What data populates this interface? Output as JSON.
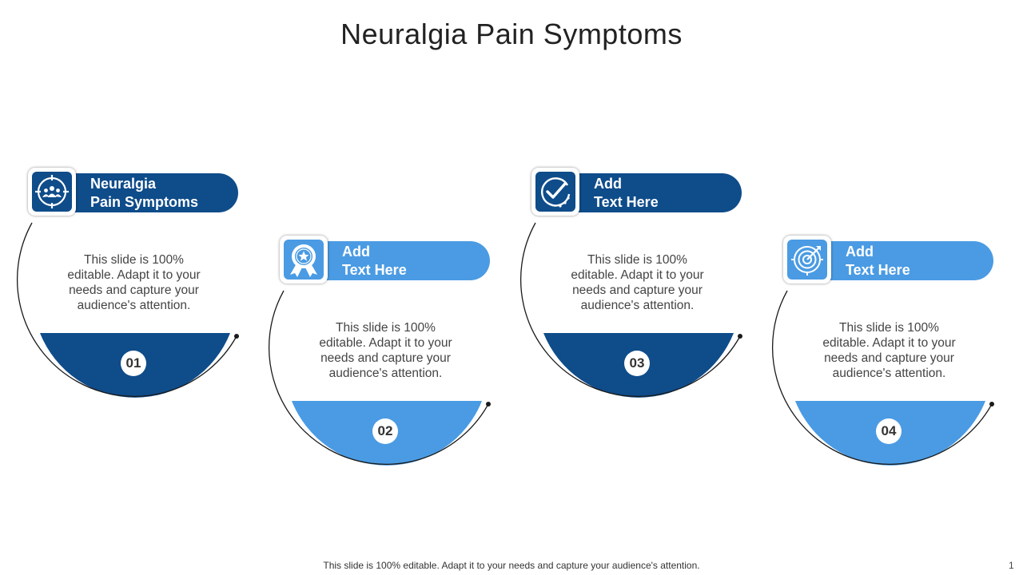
{
  "title": "Neuralgia Pain Symptoms",
  "footer": "This slide is 100% editable. Adapt it to your needs and capture your audience's attention.",
  "page_number": "1",
  "colors": {
    "dark_blue": "#0F4C8A",
    "light_blue": "#4A9BE3",
    "outline": "#1A1A1A"
  },
  "steps": [
    {
      "number": "01",
      "label": "Neuralgia\nPain Symptoms",
      "description": "This slide is 100% editable. Adapt it to your needs and capture your audience's attention.",
      "icon": "team-target-icon",
      "color": "dark"
    },
    {
      "number": "02",
      "label": "Add\nText Here",
      "description": "This slide is 100% editable. Adapt it to your needs and capture your audience's attention.",
      "icon": "award-ribbon-icon",
      "color": "light"
    },
    {
      "number": "03",
      "label": "Add\nText Here",
      "description": "This slide is 100% editable. Adapt it to your needs and capture your audience's attention.",
      "icon": "checkmark-circle-icon",
      "color": "dark"
    },
    {
      "number": "04",
      "label": "Add\nText Here",
      "description": "This slide is 100% editable. Adapt it to your needs and capture your audience's attention.",
      "icon": "target-arrow-icon",
      "color": "light"
    }
  ]
}
